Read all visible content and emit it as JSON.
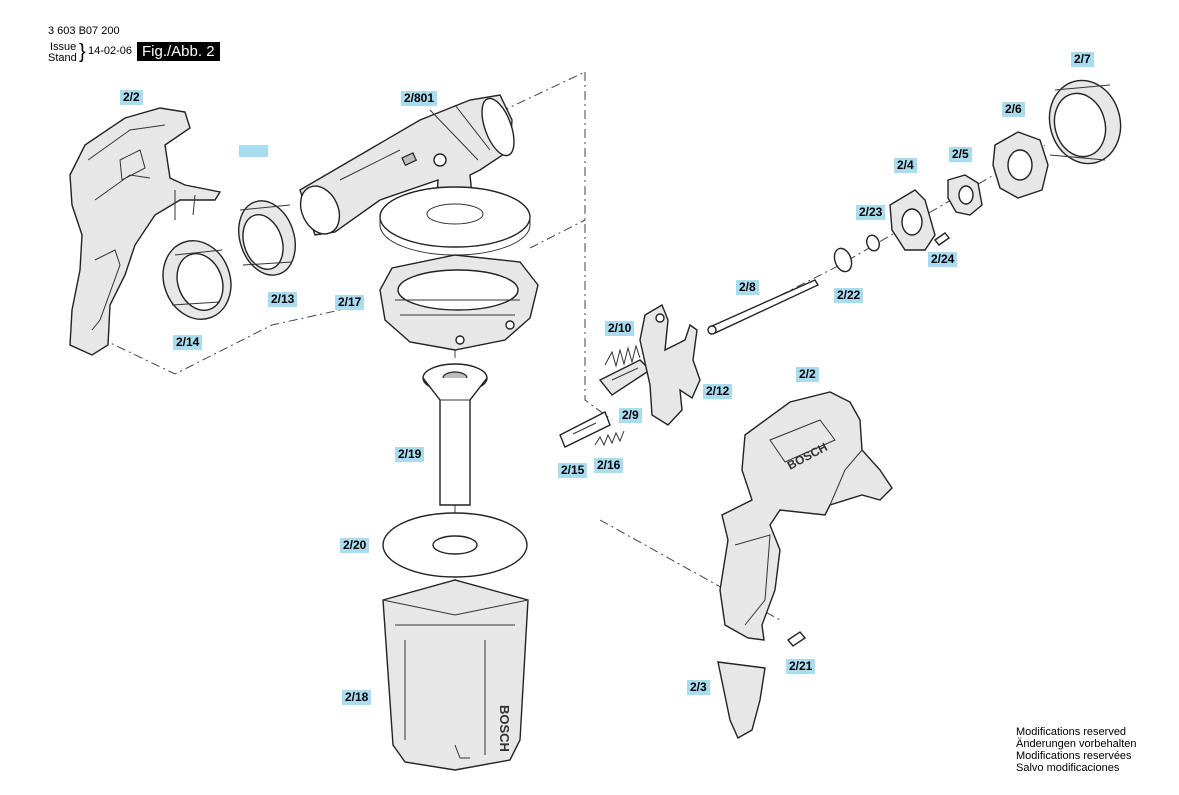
{
  "header": {
    "doc_number": "3 603 B07 200",
    "issue_label": "Issue",
    "stand_label": "Stand",
    "brace": "}",
    "date": "14-02-06",
    "figure": "Fig./Abb. 2"
  },
  "parts": [
    {
      "id": "2/2"
    },
    {
      "id": "2/801"
    },
    {
      "id": "2/7"
    },
    {
      "id": "2/6"
    },
    {
      "id": "2/4"
    },
    {
      "id": "2/5"
    },
    {
      "id": "2/23"
    },
    {
      "id": "2/24"
    },
    {
      "id": "2/13"
    },
    {
      "id": "2/17"
    },
    {
      "id": "2/14"
    },
    {
      "id": "2/8"
    },
    {
      "id": "2/22"
    },
    {
      "id": "2/10"
    },
    {
      "id": "2/12"
    },
    {
      "id": "2/9"
    },
    {
      "id": "2/2"
    },
    {
      "id": "2/19"
    },
    {
      "id": "2/15"
    },
    {
      "id": "2/16"
    },
    {
      "id": "2/20"
    },
    {
      "id": "2/21"
    },
    {
      "id": "2/3"
    },
    {
      "id": "2/18"
    }
  ],
  "brand_marks": [
    "BOSCH",
    "BOSCH"
  ],
  "notice": {
    "en": "Modifications reserved",
    "de": "Änderungen vorbehalten",
    "fr": "Modifications reservées",
    "es": "Salvo modificaciones"
  },
  "colors": {
    "label_bg": "#a9dcef",
    "figure_bg": "#000000"
  }
}
